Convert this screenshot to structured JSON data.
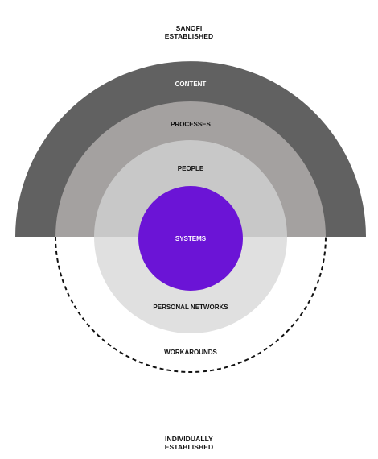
{
  "captions": {
    "top": [
      "SANOFI",
      "ESTABLISHED"
    ],
    "bottom": [
      "INDIVIDUALLY",
      "ESTABLISHED"
    ]
  },
  "layers": {
    "content": "CONTENT",
    "processes": "PROCESSES",
    "people": "PEOPLE",
    "systems": "SYSTEMS",
    "personal_networks": "PERSONAL NETWORKS",
    "workarounds": "WORKAROUNDS"
  },
  "colors": {
    "content": "#616161",
    "processes": "#a4a1a0",
    "people": "#c8c8c8",
    "personal_networks": "#e0e0e0",
    "systems": "#6b14d6",
    "workarounds_border": "#111111"
  }
}
